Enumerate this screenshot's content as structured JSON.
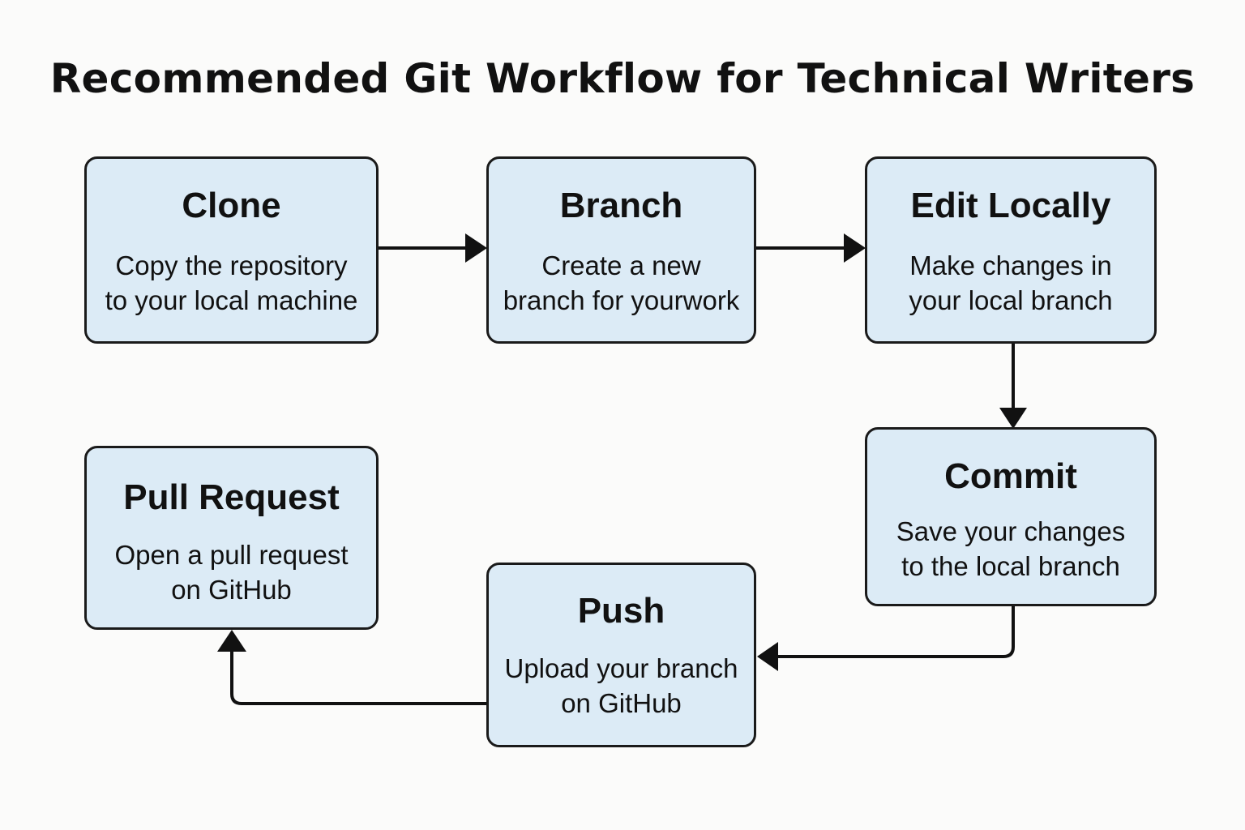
{
  "title": "Recommended Git Workflow for Technical Writers",
  "colors": {
    "box_fill": "#dcebf6",
    "box_border": "#1a1a1a",
    "arrow": "#111111",
    "background": "#fbfbfa"
  },
  "steps": [
    {
      "id": "clone",
      "title": "Clone",
      "description": "Copy the repository\nto your local machine"
    },
    {
      "id": "branch",
      "title": "Branch",
      "description": "Create a new\nbranch for yourwork"
    },
    {
      "id": "edit",
      "title": "Edit Locally",
      "description": "Make changes in\nyour local branch"
    },
    {
      "id": "commit",
      "title": "Commit",
      "description": "Save your changes\nto the local branch"
    },
    {
      "id": "push",
      "title": "Push",
      "description": "Upload your branch\non GitHub"
    },
    {
      "id": "pull-request",
      "title": "Pull Request",
      "description": "Open a pull request\non GitHub"
    }
  ],
  "connections": [
    {
      "from": "clone",
      "to": "branch"
    },
    {
      "from": "branch",
      "to": "edit"
    },
    {
      "from": "edit",
      "to": "commit"
    },
    {
      "from": "commit",
      "to": "push"
    },
    {
      "from": "push",
      "to": "pull-request"
    }
  ]
}
